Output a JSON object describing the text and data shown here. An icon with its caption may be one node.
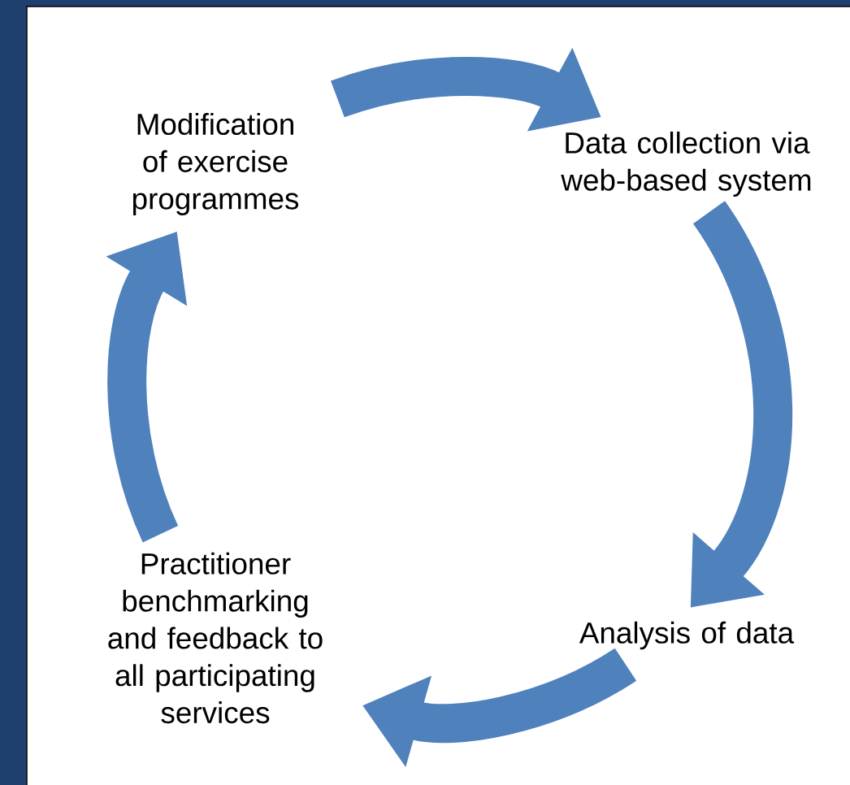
{
  "diagram": {
    "nodes": [
      {
        "text": [
          "Modification of exercise programmes"
        ]
      },
      {
        "text": [
          "Data collection via web-based system"
        ]
      },
      {
        "text": [
          "Analysis of data"
        ]
      },
      {
        "text": [
          "Practitioner benchmarking and feedback to all participating services"
        ]
      }
    ],
    "edges": [
      {
        "from": 0,
        "to": 1,
        "arrow": "to"
      },
      {
        "from": 1,
        "to": 2,
        "arrow": "to"
      },
      {
        "from": 2,
        "to": 3,
        "arrow": "to"
      },
      {
        "from": 3,
        "to": 0,
        "arrow": "to"
      }
    ]
  }
}
